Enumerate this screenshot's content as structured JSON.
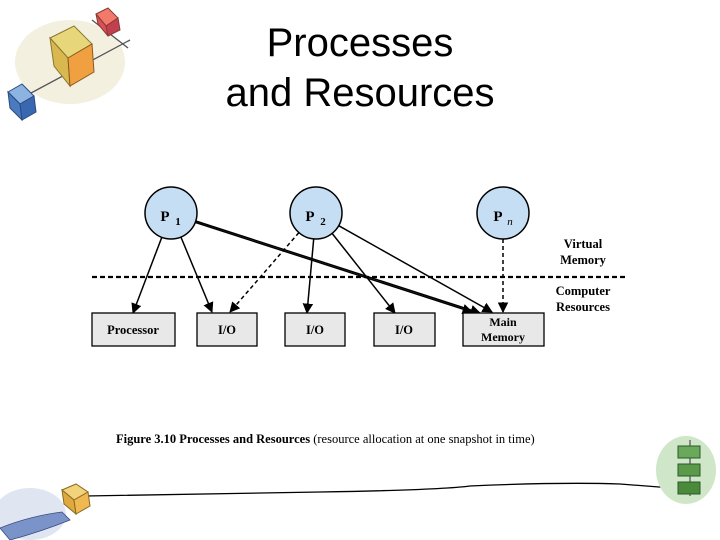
{
  "slide": {
    "title_line1": "Processes",
    "title_line2": "and Resources"
  },
  "diagram": {
    "processes": [
      {
        "id": "p1",
        "label": "P",
        "sub": "1"
      },
      {
        "id": "p2",
        "label": "P",
        "sub": "2"
      },
      {
        "id": "pn",
        "label": "P",
        "sub": "n"
      }
    ],
    "resources": [
      {
        "id": "processor",
        "label_lines": [
          "Processor"
        ]
      },
      {
        "id": "io1",
        "label_lines": [
          "I/O"
        ]
      },
      {
        "id": "io2",
        "label_lines": [
          "I/O"
        ]
      },
      {
        "id": "io3",
        "label_lines": [
          "I/O"
        ]
      },
      {
        "id": "main-memory",
        "label_lines": [
          "Main",
          "Memory"
        ]
      }
    ],
    "edges": [
      {
        "from": "p1",
        "to": "processor",
        "style": "solid"
      },
      {
        "from": "p1",
        "to": "io1",
        "style": "solid"
      },
      {
        "from": "p1",
        "to": "main-memory",
        "style": "solid"
      },
      {
        "from": "p2",
        "to": "io1",
        "style": "dashed"
      },
      {
        "from": "p2",
        "to": "io2",
        "style": "solid"
      },
      {
        "from": "p2",
        "to": "io3",
        "style": "solid"
      },
      {
        "from": "p2",
        "to": "main-memory",
        "style": "solid"
      },
      {
        "from": "p1",
        "to": "main-memory",
        "style": "solid-alt"
      },
      {
        "from": "pn",
        "to": "main-memory",
        "style": "dashed"
      }
    ],
    "region_labels": {
      "virtual_memory": [
        "Virtual",
        "Memory"
      ],
      "computer_resources": [
        "Computer",
        "Resources"
      ]
    },
    "caption_bold": "Figure 3.10  Processes and Resources",
    "caption_rest": " (resource allocation at one snapshot in time)"
  },
  "colors": {
    "process_fill": "#c6def3",
    "resource_fill": "#e8e8e8",
    "line": "#000000"
  }
}
